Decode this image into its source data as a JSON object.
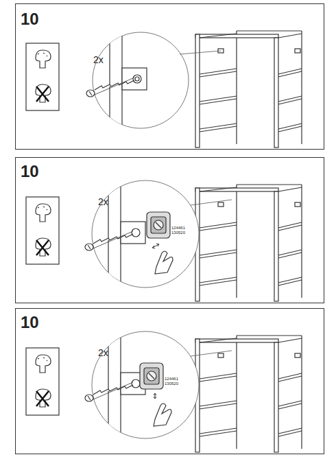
{
  "diagram": {
    "labels": [
      "10",
      "2x",
      "10",
      "2x",
      "124461 130520",
      "10",
      "2x",
      "124461 130520"
    ]
  }
}
